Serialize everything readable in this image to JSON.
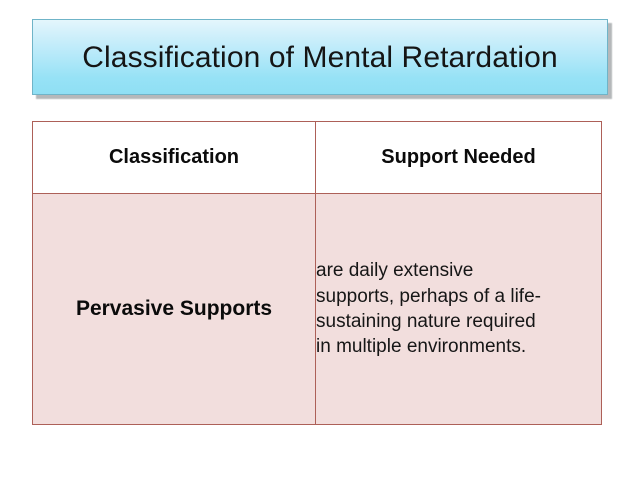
{
  "slide": {
    "title": "Classification of Mental Retardation",
    "background_color": "#ffffff"
  },
  "title_banner": {
    "text": "Classification of Mental Retardation",
    "gradient_top_color": "#e4f6fc",
    "gradient_bottom_color": "#8fdff4",
    "border_color": "#6fb4c8",
    "text_color": "#151515"
  },
  "table": {
    "border_color": "#ad6058",
    "header_background": "#ffffff",
    "body_background": "#f2dedd",
    "columns": [
      {
        "header": "Classification",
        "align": "center"
      },
      {
        "header": "Support Needed",
        "align": "center"
      }
    ],
    "rows": [
      {
        "classification": "Pervasive Supports",
        "support_needed": "are daily extensive supports, perhaps of a life-sustaining nature required in multiple environments."
      }
    ]
  }
}
